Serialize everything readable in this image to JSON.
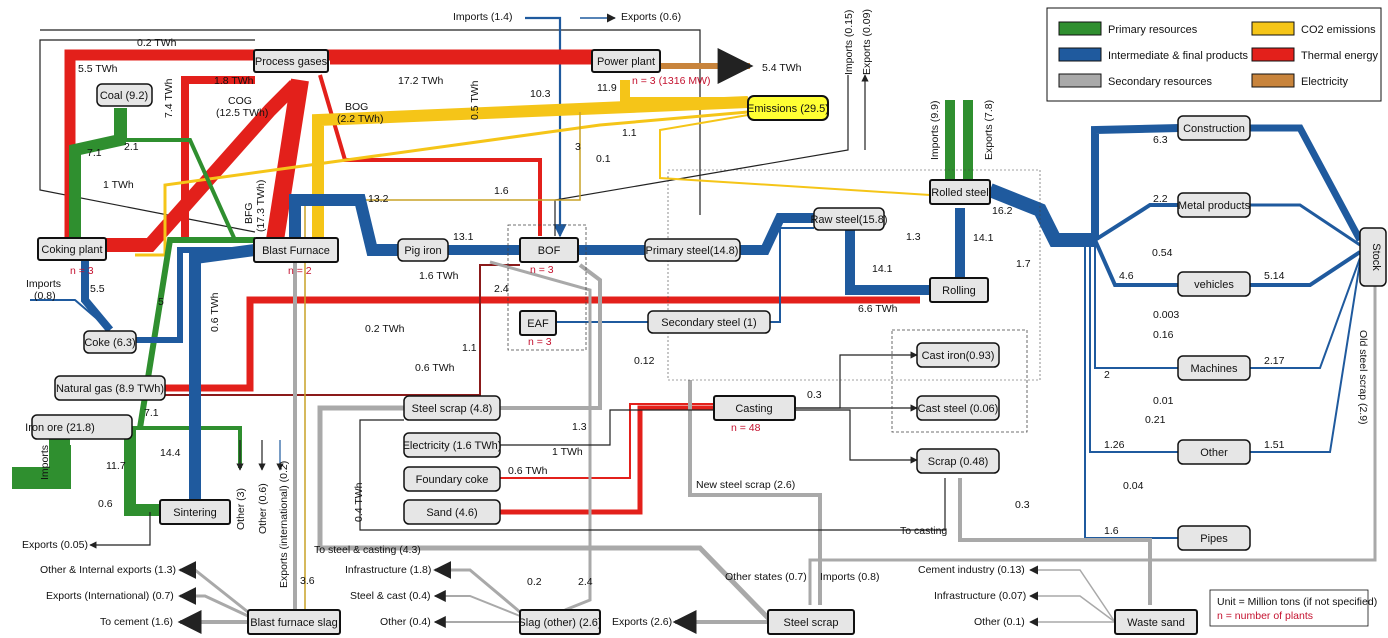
{
  "colors": {
    "primary": "#2f8f2f",
    "intermediate": "#1f5a9e",
    "secondary": "#a9a9a9",
    "co2": "#f5c518",
    "thermal": "#e3201b",
    "electricity": "#c8843c",
    "emissions_box": "#ffff33",
    "node_fill": "#e6e6e6"
  },
  "legend": {
    "primary": "Primary resources",
    "intermediate": "Intermediate & final products",
    "secondary": "Secondary resources",
    "co2": "CO2 emissions",
    "thermal": "Thermal energy",
    "electricity": "Electricity"
  },
  "notes": {
    "unit": "Unit = Million tons (if not specified)",
    "plants": "n = number of plants"
  },
  "nodes": {
    "process_gases": "Process gases",
    "power_plant": "Power plant",
    "power_plant_n": "n = 3 (1316 MW)",
    "coal": "Coal (9.2)",
    "emissions": "Emissions (29.5)",
    "coking_plant": "Coking plant",
    "coking_plant_n": "n = 3",
    "blast_furnace": "Blast Furnace",
    "blast_furnace_n": "n = 2",
    "pig_iron": "Pig iron",
    "bof": "BOF",
    "bof_n": "n = 3",
    "primary_steel": "Primary steel(14.8)",
    "raw_steel": "Raw steel(15.8)",
    "rolled_steel": "Rolled steel",
    "rolling": "Rolling",
    "eaf": "EAF",
    "eaf_n": "n = 3",
    "secondary_steel": "Secondary steel (1)",
    "coke": "Coke (6.3)",
    "natural_gas": "Natural gas (8.9 TWh)",
    "iron_ore": "Iron ore (21.8)",
    "sintering": "Sintering",
    "steel_scrap_48": "Steel scrap (4.8)",
    "electricity": "Electricity (1.6 TWh)",
    "foundary_coke": "Foundary coke",
    "sand": "Sand (4.6)",
    "casting": "Casting",
    "casting_n": "n = 48",
    "cast_iron": "Cast iron(0.93)",
    "cast_steel": "Cast steel (0.06)",
    "scrap_048": "Scrap (0.48)",
    "construction": "Construction",
    "metal_products": "Metal products",
    "vehicles": "vehicles",
    "machines": "Machines",
    "other": "Other",
    "pipes": "Pipes",
    "stock": "Stock",
    "bf_slag": "Blast furnace slag",
    "slag_other": "Slag (other) (2.6)",
    "steel_scrap": "Steel scrap",
    "waste_sand": "Waste sand"
  },
  "labels": {
    "imports_14": "Imports (1.4)",
    "exports_06": "Exports (0.6)",
    "imports_015": "Imports (0.15)",
    "exports_009": "Exports (0.09)",
    "twh_02": "0.2 TWh",
    "twh_55": "5.5 TWh",
    "twh_18": "1.8 TWh",
    "twh_172": "17.2 TWh",
    "twh_54": "5.4 TWh",
    "twh_74": "7.4 TWh",
    "cog": "COG",
    "cog2": "(12.5 TWh)",
    "bog": "BOG",
    "bog2": "(2.2 TWh)",
    "twh_05": "0.5 TWh",
    "v103": "10.3",
    "v119": "11.9",
    "v11a": "1.1",
    "v71": "7.1",
    "v21": "2.1",
    "v3": "3",
    "v01": "0.1",
    "twh_1": "1 TWh",
    "v16": "1.6",
    "bfg": "BFG",
    "bfg2": "(17.3 TWh)",
    "v132": "13.2",
    "v131": "13.1",
    "twh_16": "1.6 TWh",
    "v24": "2.4",
    "imports_99": "Imports (9.9)",
    "exports_78": "Exports (7.8)",
    "v162": "16.2",
    "v141a": "14.1",
    "v141b": "14.1",
    "v13": "1.3",
    "v17": "1.7",
    "twh_66": "6.6 TWh",
    "imports_08": "Imports",
    "imports_08b": "(0.8)",
    "v55": "5.5",
    "v5": "5",
    "twh_06": "0.6 TWh",
    "twh_02b": "0.2 TWh",
    "v11b": "1.1",
    "twh_06b": "0.6 TWh",
    "v012": "0.12",
    "v03a": "0.3",
    "v71b": "7.1",
    "v144": "14.4",
    "v117": "11.7",
    "imports_vert": "Imports",
    "v06": "0.6",
    "exports_005": "Exports (0.05)",
    "other_3": "Other (3)",
    "other_06": "Other (0.6)",
    "exports_intl_02": "Exports (international) (0.2)",
    "v13b": "1.3",
    "twh_1b": "1 TWh",
    "twh_06c": "0.6 TWh",
    "twh_04": "0.4 TWh",
    "new_scrap": "New steel scrap (2.6)",
    "to_casting": "To casting",
    "to_steel_casting": "To steel & casting (4.3)",
    "v36": "3.6",
    "other_internal": "Other & Internal exports (1.3)",
    "exports_intl_07": "Exports (International) (0.7)",
    "to_cement": "To cement (1.6)",
    "infra_18": "Infrastructure (1.8)",
    "steel_cast_04": "Steel & cast (0.4)",
    "other_04": "Other (0.4)",
    "v02": "0.2",
    "v24b": "2.4",
    "exports_26": "Exports (2.6)",
    "other_states": "Other states (0.7)",
    "imports_08c": "Imports (0.8)",
    "cement_013": "Cement industry (0.13)",
    "infra_007": "Infrastructure (0.07)",
    "other_01": "Other (0.1)",
    "v03b": "0.3",
    "v63": "6.3",
    "v22": "2.2",
    "v054": "0.54",
    "v46": "4.6",
    "v514": "5.14",
    "v0003": "0.003",
    "v016": "0.16",
    "v2": "2",
    "v217": "2.17",
    "v001": "0.01",
    "v021": "0.21",
    "v126": "1.26",
    "v151": "1.51",
    "v004": "0.04",
    "v16b": "1.6",
    "old_scrap": "Old steel scrap (2.9)"
  }
}
